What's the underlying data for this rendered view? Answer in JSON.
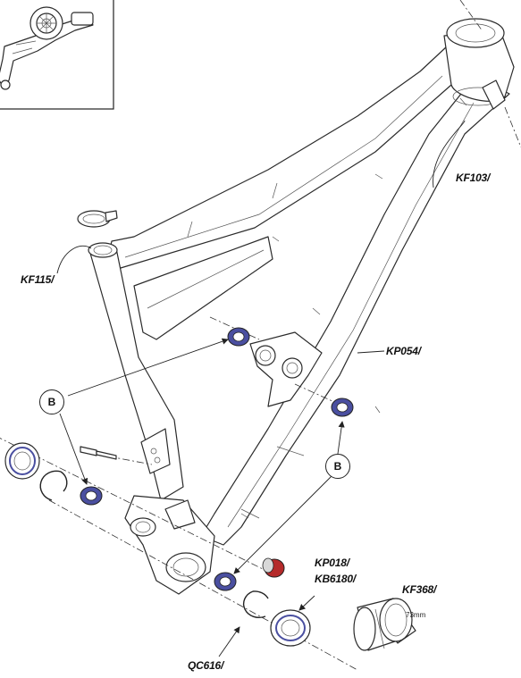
{
  "labels": {
    "kf103": "KF103/",
    "kf115": "KF115/",
    "kp054": "KP054/",
    "kp018": "KP018/",
    "kb6180": "KB6180/",
    "kf368": "KF368/",
    "qc616": "QC616/",
    "bb_width": "73mm"
  },
  "callouts": {
    "upper": "B",
    "lower": "B"
  },
  "colors": {
    "bearing": "#4a4fa0",
    "axle_nut": "#b52a2a",
    "line": "#333333"
  },
  "icons": {
    "inset": "rear-derailleur-icon"
  }
}
